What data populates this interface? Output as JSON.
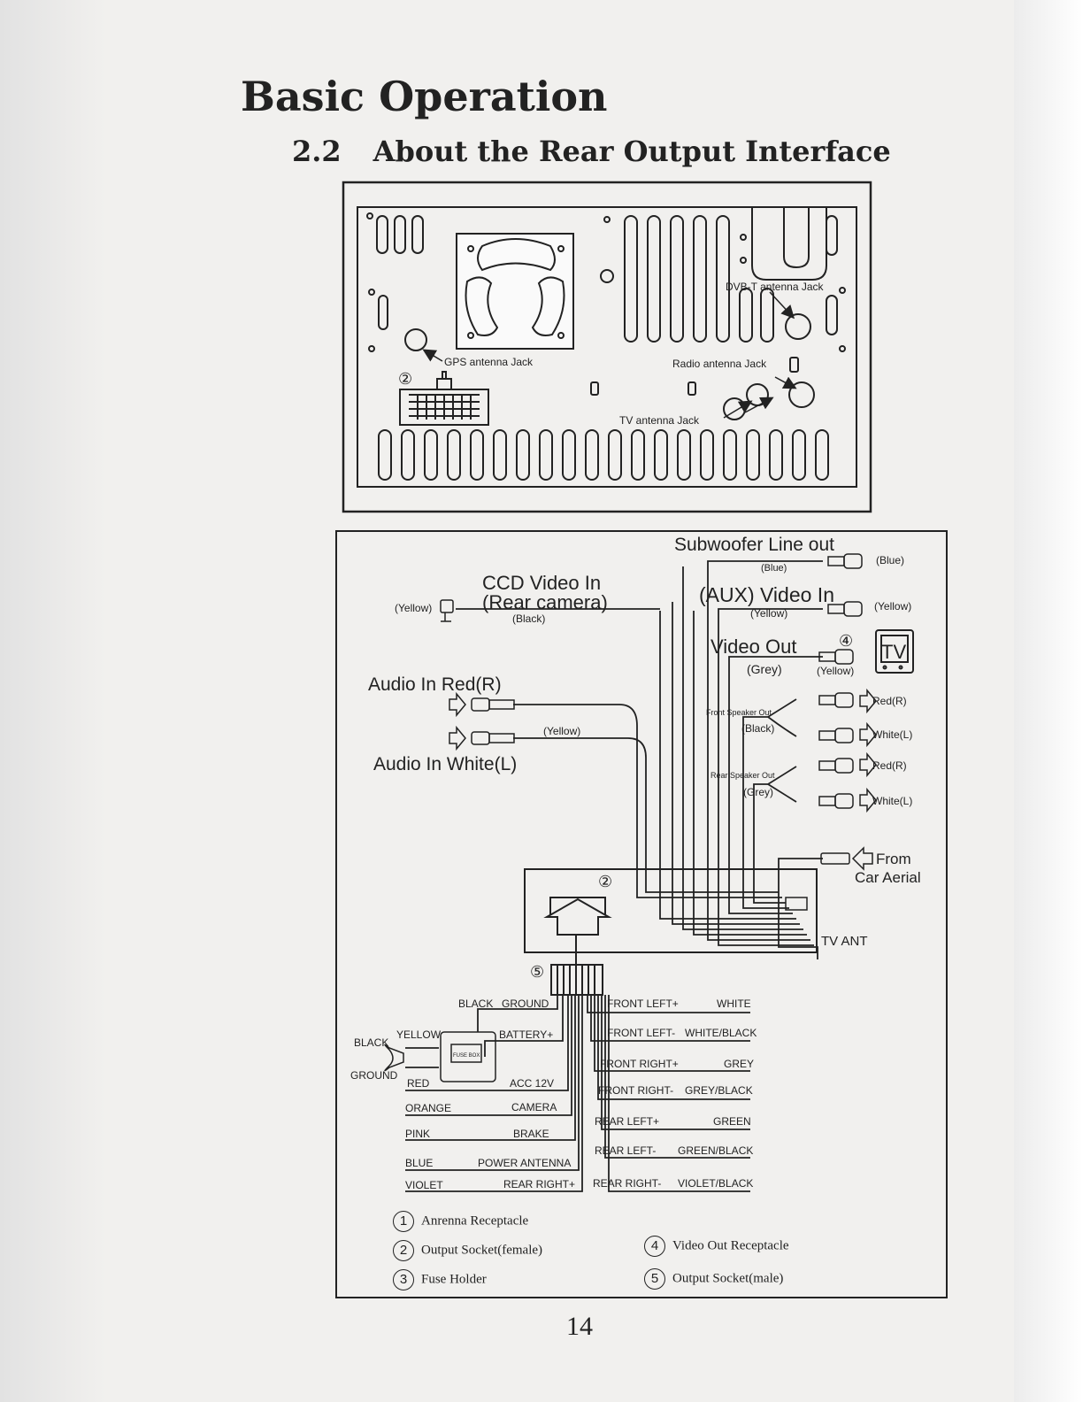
{
  "page": {
    "title": "Basic Operation",
    "section_number": "2.2",
    "section_title": "About the Rear Output Interface",
    "page_number": "14"
  },
  "panel": {
    "labels": {
      "dvbt": "DVB-T antenna Jack",
      "gps": "GPS antenna Jack",
      "radio": "Radio antenna Jack",
      "tv": "TV antenna Jack",
      "marker": "②"
    }
  },
  "wiring": {
    "subwoofer": {
      "label": "Subwoofer Line out",
      "color_note": "(Blue)",
      "plug_color": "(Blue)"
    },
    "aux": {
      "label": "(AUX) Video In",
      "color_note": "(Yellow)",
      "plug_color": "(Yellow)"
    },
    "ccd": {
      "label_line1": "CCD Video In",
      "label_line2": "(Rear camera)",
      "color_note": "(Black)",
      "plug_color": "(Yellow)"
    },
    "video_out": {
      "label": "Video Out",
      "color_note": "(Grey)",
      "plug_color": "(Yellow)",
      "marker": "④",
      "tv_text": "TV"
    },
    "audio_in": {
      "red_label": "Audio In Red(R)",
      "white_label": "Audio In White(L)",
      "color_note": "(Yellow)"
    },
    "front_speaker": {
      "label": "Front Speaker Out",
      "color_note": "(Black)",
      "red": "Red(R)",
      "white": "White(L)"
    },
    "rear_speaker": {
      "label": "Rear Speaker Out",
      "color_note": "(Grey)",
      "red": "Red(R)",
      "white": "White(L)"
    },
    "aerial": {
      "line1": "From",
      "line2": "Car Aerial"
    },
    "tv_ant": "TV ANT",
    "socket_marker": "②",
    "connector_marker": "⑤",
    "fuse_box": "FUSE BOX",
    "left_wires": [
      {
        "color": "BLACK",
        "function": "GROUND"
      },
      {
        "color": "YELLOW",
        "function": "BATTERY+"
      },
      {
        "color": "RED",
        "function": "ACC 12V"
      },
      {
        "color": "ORANGE",
        "function": "CAMERA"
      },
      {
        "color": "PINK",
        "function": "BRAKE"
      },
      {
        "color": "BLUE",
        "function": "POWER ANTENNA"
      },
      {
        "color": "VIOLET",
        "function": "REAR RIGHT+"
      }
    ],
    "ground_labels": {
      "black": "BLACK",
      "ground": "GROUND"
    },
    "right_wires": [
      {
        "function": "FRONT LEFT+",
        "color": "WHITE"
      },
      {
        "function": "FRONT LEFT-",
        "color": "WHITE/BLACK"
      },
      {
        "function": "FRONT RIGHT+",
        "color": "GREY"
      },
      {
        "function": "FRONT RIGHT-",
        "color": "GREY/BLACK"
      },
      {
        "function": "REAR LEFT+",
        "color": "GREEN"
      },
      {
        "function": "REAR LEFT-",
        "color": "GREEN/BLACK"
      },
      {
        "function": "REAR RIGHT-",
        "color": "VIOLET/BLACK"
      }
    ]
  },
  "legend": [
    {
      "num": "1",
      "text": "Anrenna Receptacle"
    },
    {
      "num": "2",
      "text": "Output Socket(female)"
    },
    {
      "num": "3",
      "text": "Fuse Holder"
    },
    {
      "num": "4",
      "text": "Video Out Receptacle"
    },
    {
      "num": "5",
      "text": "Output Socket(male)"
    }
  ]
}
